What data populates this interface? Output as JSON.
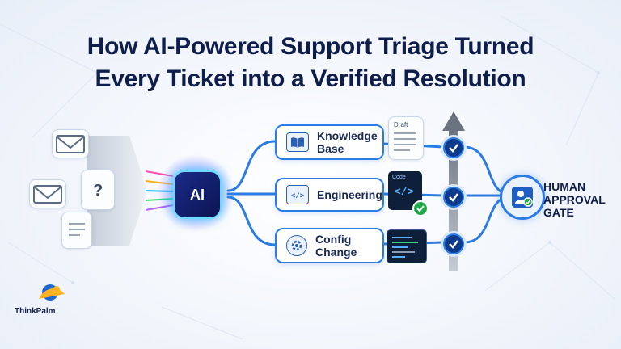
{
  "title": {
    "line1": "How AI-Powered Support Triage Turned",
    "line2": "Every Ticket into a Verified Resolution"
  },
  "ai_core": {
    "label": "AI"
  },
  "routes": [
    {
      "label_line1": "Knowledge",
      "label_line2": "Base",
      "icon": "book-icon",
      "artifact": "draft-document-icon",
      "artifact_text": "Draft"
    },
    {
      "label_line1": "Engineering",
      "label_line2": "",
      "icon": "code-window-gear-icon",
      "artifact": "code-file-icon",
      "artifact_text": "Code"
    },
    {
      "label_line1": "Config",
      "label_line2": "Change",
      "icon": "settings-gear-icon",
      "artifact": "terminal-window-icon",
      "artifact_text": ""
    }
  ],
  "gate": {
    "line1": "HUMAN",
    "line2": "APPROVAL",
    "line3": "GATE",
    "icon": "user-check-icon"
  },
  "brand": {
    "name": "ThinkPalm"
  },
  "inputs": [
    "envelope-icon",
    "envelope-icon",
    "question-document-icon",
    "document-icon"
  ],
  "colors": {
    "accent": "#2b7be4",
    "navy": "#0f1d4a",
    "check": "#0d3a8a"
  }
}
